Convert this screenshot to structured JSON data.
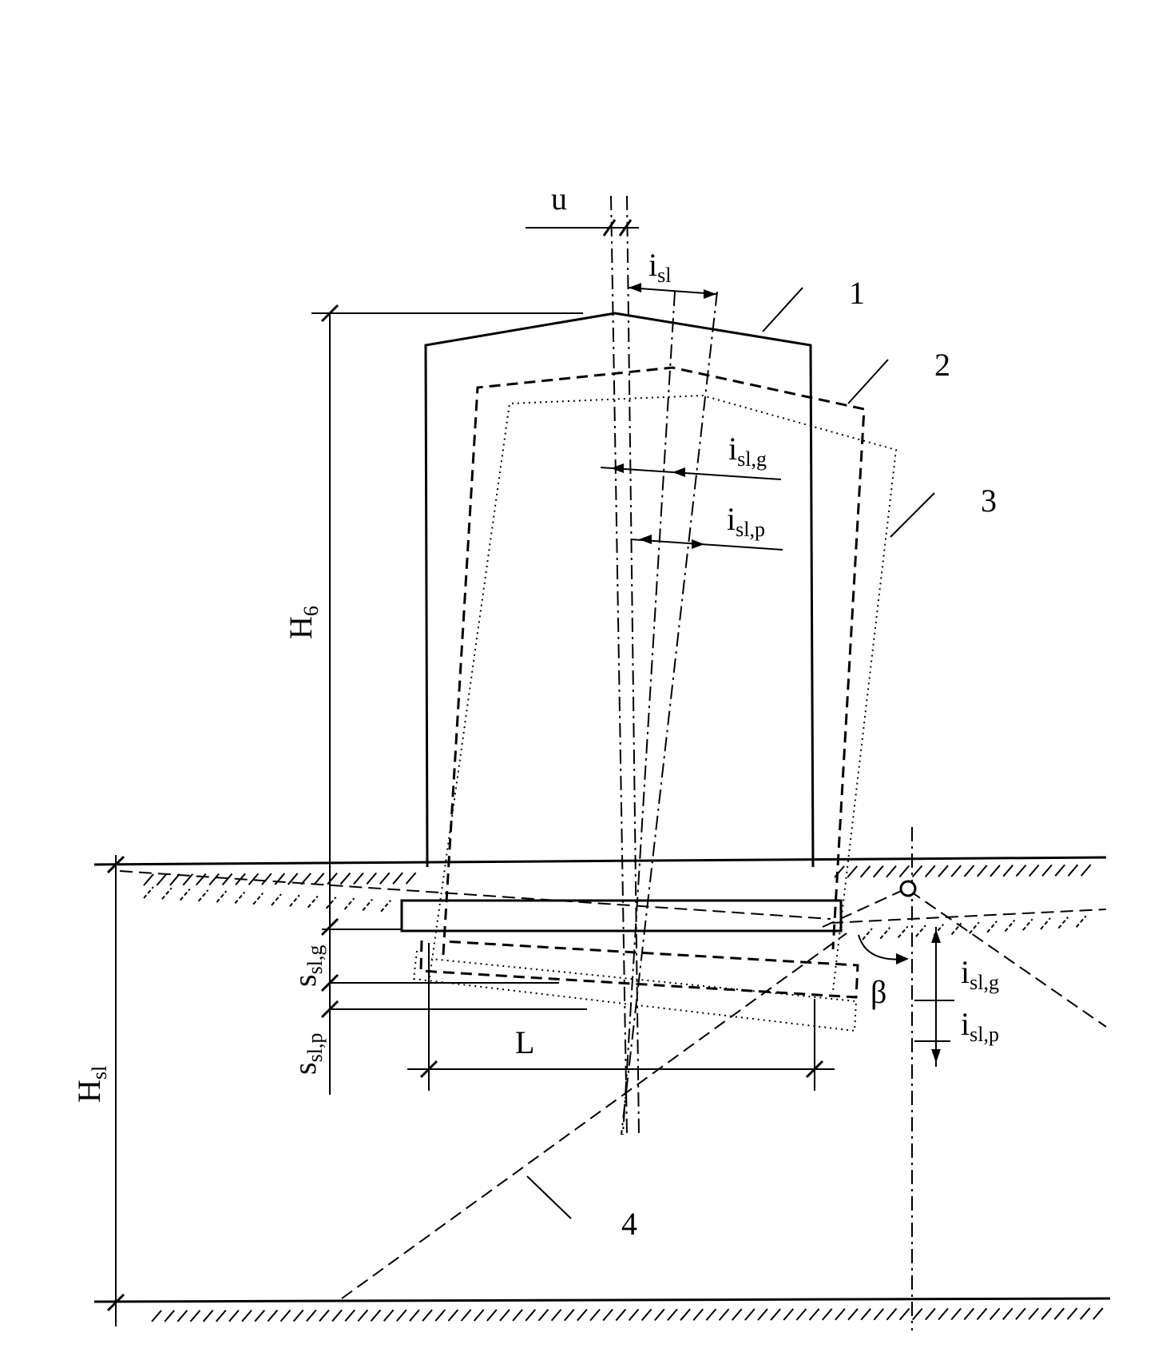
{
  "labels": {
    "u": "u",
    "i_sl": {
      "main": "i",
      "sub": "sl"
    },
    "i_sl_g_top": {
      "main": "i",
      "sub": "sl,g"
    },
    "i_sl_p_top": {
      "main": "i",
      "sub": "sl,p"
    },
    "H6": {
      "main": "H",
      "sub": "6"
    },
    "H_sl": {
      "main": "H",
      "sub": "sl"
    },
    "s_sl_g": {
      "main": "s",
      "sub": "sl,g"
    },
    "s_sl_p": {
      "main": "s",
      "sub": "sl,p"
    },
    "L": "L",
    "beta": "β",
    "i_sl_g_right": {
      "main": "i",
      "sub": "sl,g"
    },
    "i_sl_p_right": {
      "main": "i",
      "sub": "sl,p"
    }
  },
  "callouts": [
    "1",
    "2",
    "3",
    "4"
  ]
}
